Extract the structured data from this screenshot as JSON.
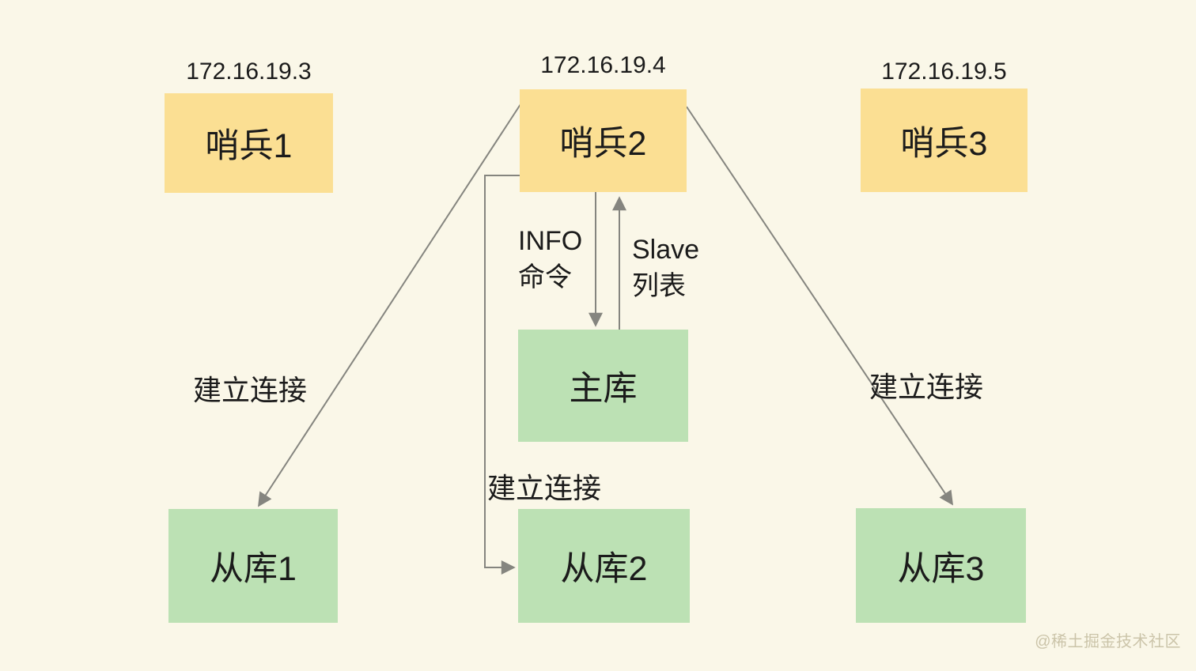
{
  "palette": {
    "background": "#FAF7E8",
    "sentinel_fill": "#FBDF93",
    "db_fill": "#BCE1B4",
    "arrow": "#85857F",
    "text": "#1B1B1B",
    "watermark": "#CBC4A9"
  },
  "nodes": {
    "sentinel1": {
      "ip": "172.16.19.3",
      "label": "哨兵1"
    },
    "sentinel2": {
      "ip": "172.16.19.4",
      "label": "哨兵2"
    },
    "sentinel3": {
      "ip": "172.16.19.5",
      "label": "哨兵3"
    },
    "master": {
      "label": "主库"
    },
    "slave1": {
      "label": "从库1"
    },
    "slave2": {
      "label": "从库2"
    },
    "slave3": {
      "label": "从库3"
    }
  },
  "edges": {
    "info_command": {
      "lines": [
        "INFO",
        "命令"
      ]
    },
    "slave_list": {
      "lines": [
        "Slave",
        "列表"
      ]
    },
    "connect_left": {
      "label": "建立连接"
    },
    "connect_middle": {
      "label": "建立连接"
    },
    "connect_right": {
      "label": "建立连接"
    }
  },
  "watermark": {
    "label": "@稀土掘金技术社区"
  }
}
